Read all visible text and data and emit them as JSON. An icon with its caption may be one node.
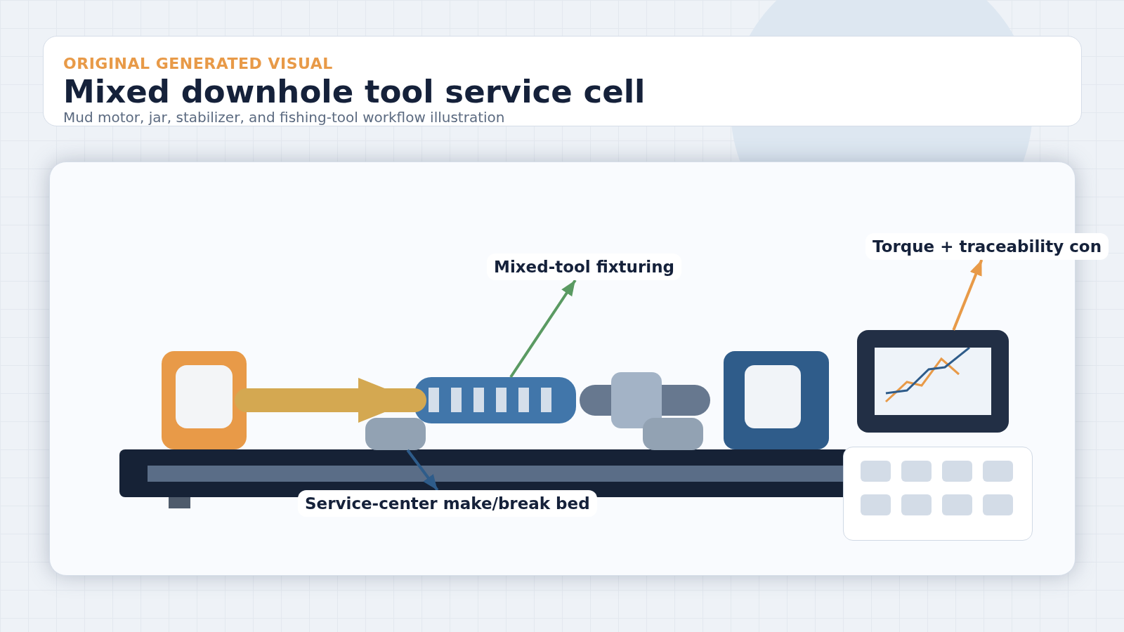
{
  "diagram": {
    "title": "Mixed downhole tool service cell",
    "nodes": [
      {
        "text": [
          "Torque + traceability con"
        ]
      },
      {
        "text": [
          "Mixed-tool fixturing"
        ]
      },
      {
        "text": [],
        "shape": "picture"
      },
      {
        "text": [],
        "shape": "picture"
      },
      {
        "text": [],
        "shape": "picture"
      },
      {
        "text": [],
        "shape": "box"
      },
      {
        "text": [
          "Service-center make/break bed"
        ]
      }
    ],
    "edges": [
      {
        "from": 3,
        "to": 1,
        "arrow": "to",
        "color": "#5a9a62"
      },
      {
        "from": 4,
        "to": 0,
        "arrow": "to",
        "color": "#e89a48"
      },
      {
        "from": 5,
        "to": 6,
        "arrow": "to",
        "color": "#2e5c8a"
      },
      {
        "from": 2,
        "to": 3,
        "arrow": "to",
        "style": "thick",
        "color": "#d4a851"
      }
    ],
    "labels": [
      "ORIGINAL GENERATED VISUAL",
      "Mud motor, jar, stabilizer, and fishing-tool workflow illustration"
    ]
  }
}
